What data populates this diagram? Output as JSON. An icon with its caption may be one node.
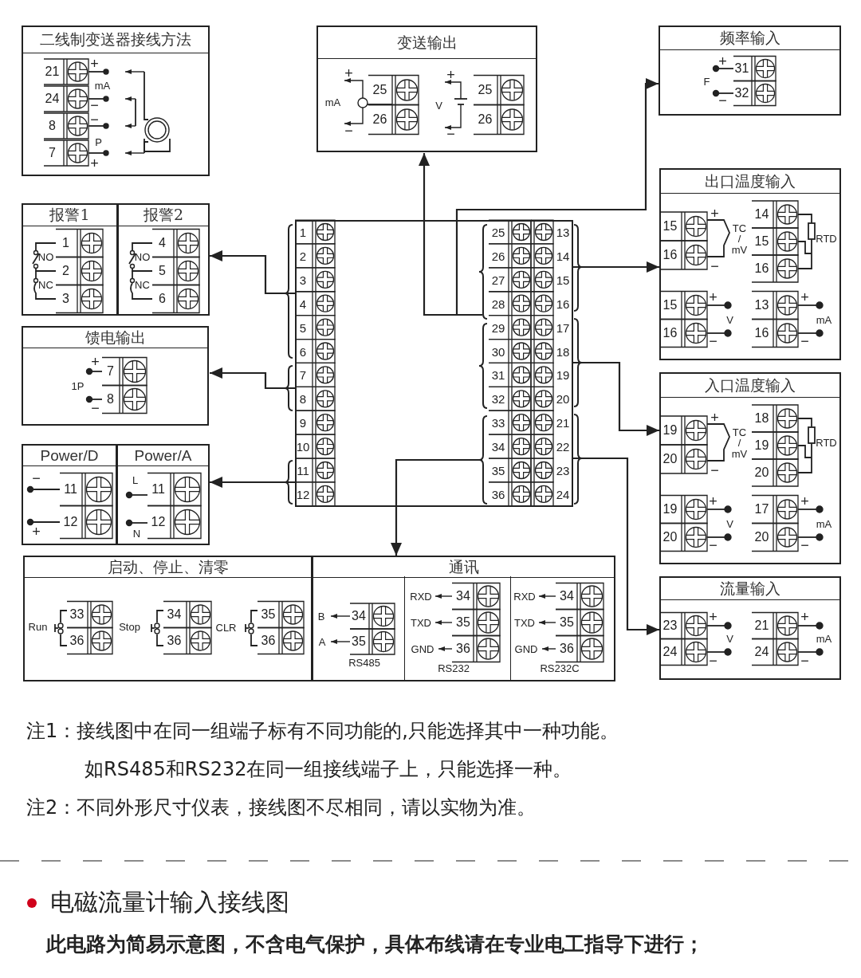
{
  "diagram": {
    "nodes": [
      {
        "text": [
          "二线制变送器接线方法",
          "21",
          "+",
          "mA",
          "24",
          "−",
          "8",
          "−",
          "P",
          "7",
          "+"
        ]
      },
      {
        "text": [
          "报警1",
          "1",
          "NO",
          "2",
          "NC",
          "3"
        ]
      },
      {
        "text": [
          "报警2",
          "4",
          "NO",
          "5",
          "NC",
          "6"
        ]
      },
      {
        "text": [
          "馈电输出",
          "+",
          "7",
          "1P",
          "−",
          "8"
        ]
      },
      {
        "text": [
          "Power/D",
          "−",
          "11",
          "12",
          "+"
        ]
      },
      {
        "text": [
          "Power/A",
          "L",
          "11",
          "12",
          "N"
        ]
      },
      {
        "text": [
          "启动、停止、清零",
          "Run",
          "33",
          "36",
          "Stop",
          "34",
          "36",
          "CLR",
          "35",
          "36"
        ]
      },
      {
        "text": [
          "通讯"
        ]
      },
      {
        "text": [
          "B",
          "34",
          "A",
          "35",
          "RS485"
        ],
        "in": 7
      },
      {
        "text": [
          "RXD",
          "34",
          "TXD",
          "35",
          "GND",
          "36",
          "RS232"
        ],
        "in": 7
      },
      {
        "text": [
          "RXD",
          "34",
          "TXD",
          "35",
          "GND",
          "36",
          "RS232C"
        ],
        "in": 7
      },
      {
        "text": [
          "变送输出",
          "+",
          "mA",
          "−",
          "25",
          "26",
          "+",
          "V",
          "−",
          "25",
          "26"
        ]
      },
      {
        "text": [
          "频率输入",
          "+",
          "31",
          "F",
          "32",
          "−"
        ]
      },
      {
        "text": [
          "出口温度输入",
          "15",
          "+",
          "16",
          "−",
          "TC / mV",
          "14",
          "15",
          "16",
          "RTD",
          "15",
          "+",
          "V",
          "16",
          "−",
          "13",
          "+",
          "mA",
          "16",
          "−"
        ]
      },
      {
        "text": [
          "入口温度输入",
          "19",
          "+",
          "20",
          "−",
          "TC / mV",
          "18",
          "19",
          "20",
          "RTD",
          "19",
          "+",
          "V",
          "20",
          "−",
          "17",
          "+",
          "mA",
          "20",
          "−"
        ]
      },
      {
        "text": [
          "流量输入",
          "23",
          "+",
          "V",
          "24",
          "−",
          "21",
          "+",
          "mA",
          "24",
          "−"
        ]
      },
      {
        "text": [
          "1",
          "2",
          "3",
          "4",
          "5",
          "6",
          "7",
          "8",
          "9",
          "10",
          "11",
          "12",
          "25",
          "13",
          "26",
          "14",
          "27",
          "15",
          "28",
          "16",
          "29",
          "17",
          "30",
          "18",
          "31",
          "19",
          "32",
          "20",
          "33",
          "21",
          "34",
          "22",
          "35",
          "23",
          "36",
          "24"
        ]
      }
    ],
    "edges": [
      {
        "from": 16,
        "to": 2,
        "arrow": "to"
      },
      {
        "from": 16,
        "to": 3,
        "arrow": "to"
      },
      {
        "from": 16,
        "to": 5,
        "arrow": "to"
      },
      {
        "from": 16,
        "to": 11,
        "arrow": "to"
      },
      {
        "from": 16,
        "to": 12,
        "arrow": "to"
      },
      {
        "from": 16,
        "to": 7,
        "arrow": "to"
      },
      {
        "from": 16,
        "to": 13,
        "arrow": "to"
      },
      {
        "from": 16,
        "to": 14,
        "arrow": "to"
      },
      {
        "from": 16,
        "to": 15,
        "arrow": "to"
      }
    ],
    "labels": [
      "注1：接线图中在同一组端子标有不同功能的,只能选择其中一种功能。",
      "如RS485和RS232在同一组接线端子上，只能选择一种。",
      "注2：不同外形尺寸仪表，接线图不尽相同，请以实物为准。",
      "电磁流量计输入接线图",
      "此电路为简易示意图，不含电气保护，具体布线请在专业电工指导下进行；"
    ]
  }
}
